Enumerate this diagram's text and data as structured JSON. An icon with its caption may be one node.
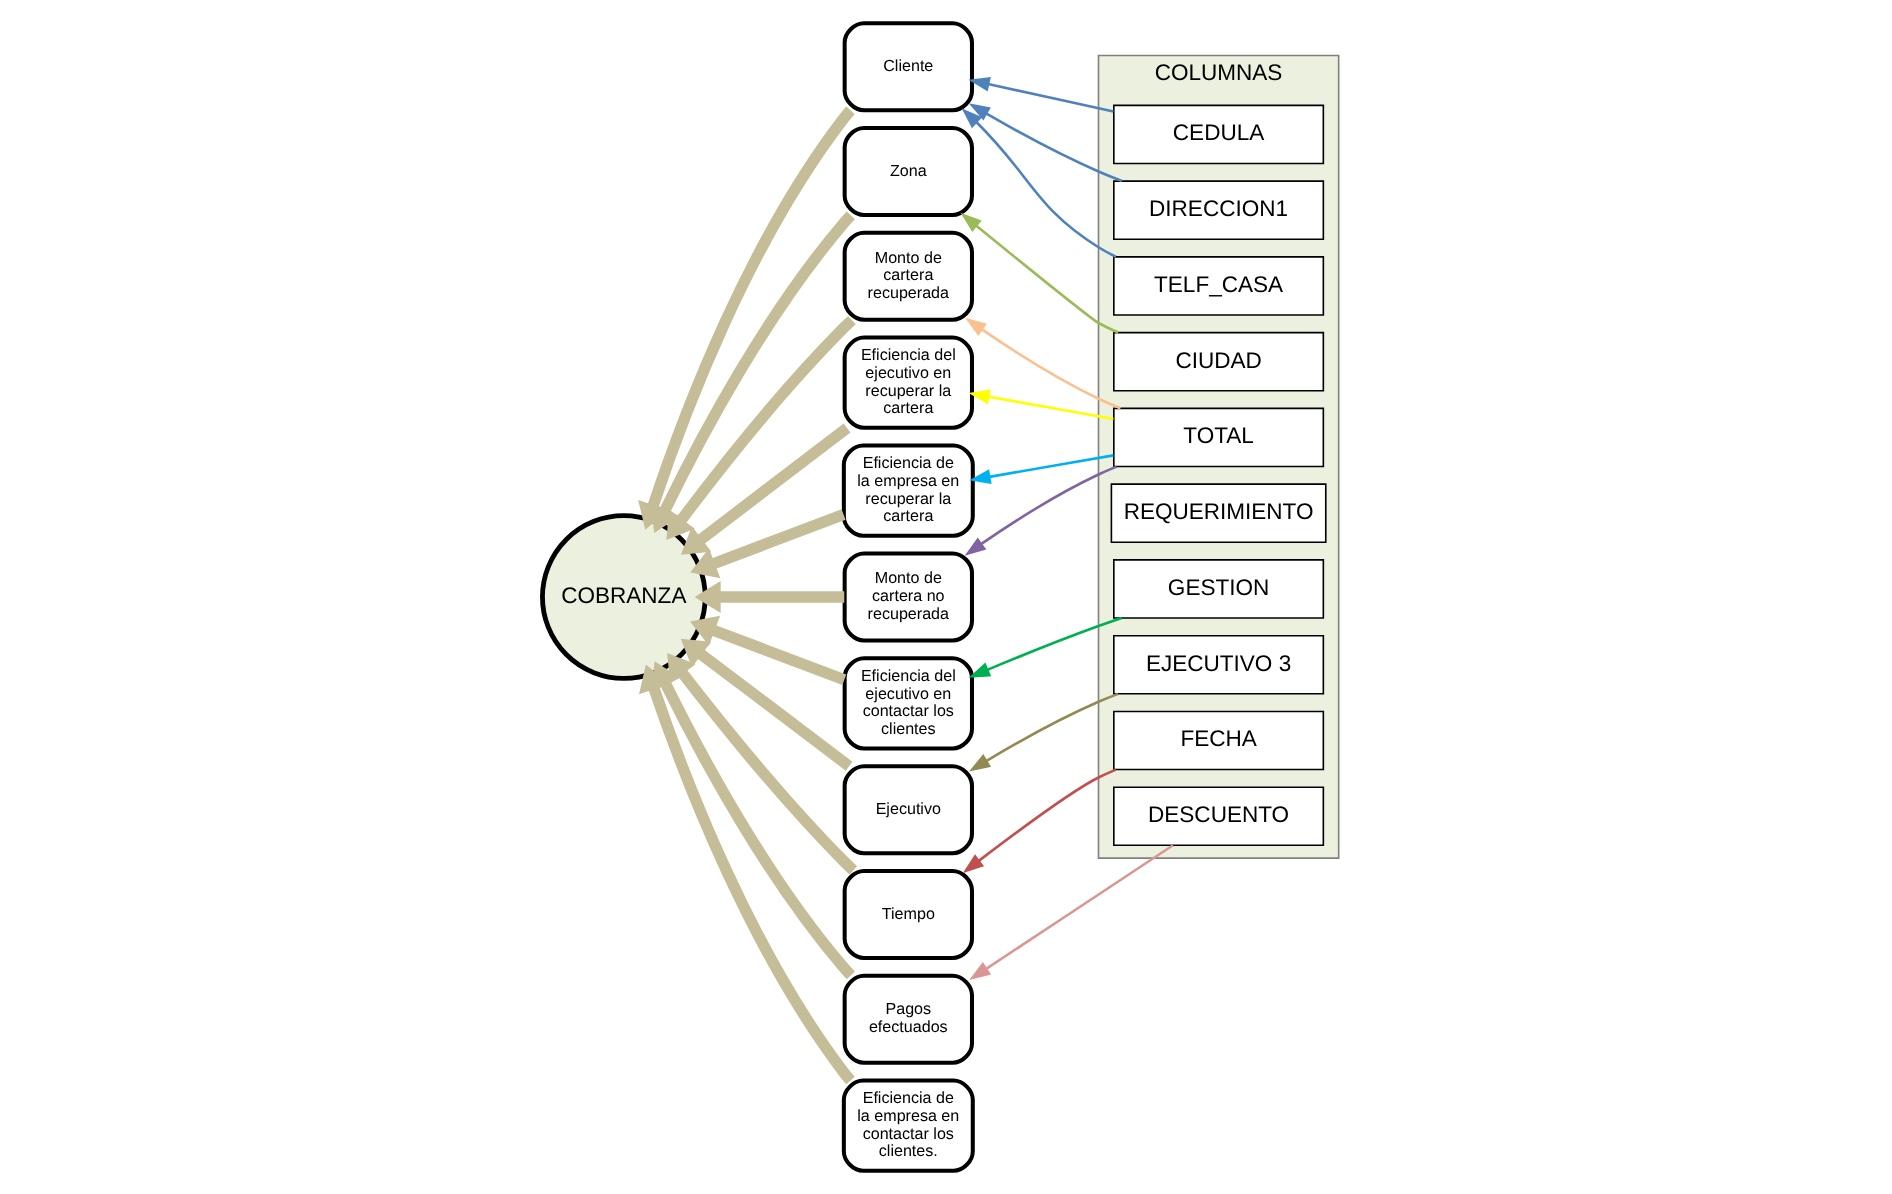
{
  "diagram": {
    "nodes": [
      {
        "text": [
          "Monto de cartera recuperada"
        ]
      },
      {
        "text": [
          "Eficiencia del ejecutivo en recuperar la cartera"
        ]
      },
      {
        "text": [
          "Pagos efectuados"
        ]
      },
      {
        "text": [
          "Eficiencia de la empresa en recuperar la cartera"
        ]
      },
      {
        "text": [
          "Ejecutivo"
        ]
      },
      {
        "text": [
          "Zona"
        ]
      },
      {
        "text": [
          "COBRANZA"
        ]
      },
      {
        "text": [
          "Eficiencia del ejecutivo en contactar los clientes"
        ]
      },
      {
        "text": [
          "Cliente"
        ]
      },
      {
        "text": [
          "Eficiencia de la empresa en contactar los clientes."
        ]
      },
      {
        "text": [
          "Tiempo"
        ]
      },
      {
        "text": [
          "Monto de cartera no recuperada"
        ]
      },
      {
        "text": [
          "COLUMNAS"
        ]
      },
      {
        "text": [
          "DIRECCION1"
        ],
        "in": 12
      },
      {
        "text": [
          "CIUDAD"
        ],
        "in": 12
      },
      {
        "text": [
          "TELF_CASA"
        ],
        "in": 12
      },
      {
        "text": [
          "TOTAL"
        ],
        "in": 12
      },
      {
        "text": [
          "GESTION"
        ],
        "in": 12
      },
      {
        "text": [
          "REQUERIMIENTO"
        ],
        "in": 12
      },
      {
        "text": [
          "CEDULA"
        ],
        "in": 12
      },
      {
        "text": [
          "EJECUTIVO 3"
        ],
        "in": 12
      },
      {
        "text": [
          "FECHA"
        ],
        "in": 12
      },
      {
        "text": [
          "DESCUENTO"
        ],
        "in": 12
      }
    ],
    "edges": [
      {
        "from": 0,
        "to": 6,
        "arrow": "to",
        "style": "thick",
        "color": "#c4bd97"
      },
      {
        "from": 1,
        "to": 6,
        "arrow": "to",
        "style": "thick",
        "color": "#c4bd97"
      },
      {
        "from": 2,
        "to": 6,
        "arrow": "to",
        "style": "thick",
        "color": "#c4bd97"
      },
      {
        "from": 3,
        "to": 6,
        "arrow": "to",
        "style": "thick",
        "color": "#c4bd97"
      },
      {
        "from": 4,
        "to": 6,
        "arrow": "to",
        "style": "thick",
        "color": "#c4bd97"
      },
      {
        "from": 5,
        "to": 6,
        "arrow": "to",
        "style": "thick",
        "color": "#c4bd97"
      },
      {
        "from": 7,
        "to": 6,
        "arrow": "to",
        "style": "thick",
        "color": "#c4bd97"
      },
      {
        "from": 8,
        "to": 6,
        "arrow": "to",
        "style": "thick",
        "color": "#c4bd97"
      },
      {
        "from": 9,
        "to": 6,
        "arrow": "to",
        "style": "thick",
        "color": "#c4bd97"
      },
      {
        "from": 10,
        "to": 6,
        "arrow": "to",
        "style": "thick",
        "color": "#c4bd97"
      },
      {
        "from": 11,
        "to": 6,
        "arrow": "to",
        "style": "thick",
        "color": "#c4bd97"
      },
      {
        "from": 13,
        "to": 8,
        "arrow": "to",
        "color": "#4f81bd"
      },
      {
        "from": 14,
        "to": 5,
        "arrow": "to",
        "color": "#9bbb59"
      },
      {
        "from": 15,
        "to": 8,
        "arrow": "to",
        "color": "#4f81bd"
      },
      {
        "from": 16,
        "to": 1,
        "arrow": "to",
        "color": "#ffff00"
      },
      {
        "from": 16,
        "to": 0,
        "arrow": "to",
        "color": "#fac090"
      },
      {
        "from": 16,
        "to": 3,
        "arrow": "to",
        "color": "#00b0f0"
      },
      {
        "from": 16,
        "to": 11,
        "arrow": "to",
        "color": "#8064a2"
      },
      {
        "from": 17,
        "to": 7,
        "arrow": "to",
        "color": "#00b050"
      },
      {
        "from": 19,
        "to": 8,
        "arrow": "to",
        "color": "#4f81bd"
      },
      {
        "from": 20,
        "to": 4,
        "arrow": "to",
        "color": "#938953"
      },
      {
        "from": 21,
        "to": 10,
        "arrow": "to",
        "color": "#c0504d"
      },
      {
        "from": 22,
        "to": 2,
        "arrow": "to",
        "color": "#d99694"
      }
    ]
  }
}
